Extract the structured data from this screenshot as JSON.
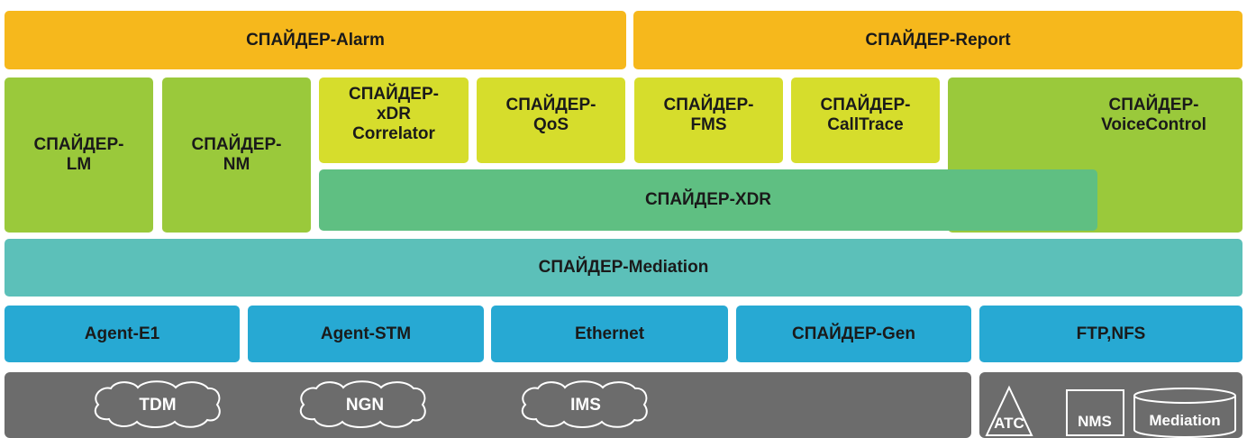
{
  "top_row": {
    "alarm": "СПАЙДЕР-Alarm",
    "report": "СПАЙДЕР-Report"
  },
  "modules": {
    "lm": "СПАЙДЕР-\nLM",
    "nm": "СПАЙДЕР-\nNM",
    "xdr_correlator": "СПАЙДЕР-\nxDR\nCorrelator",
    "qos": "СПАЙДЕР-\nQoS",
    "fms": "СПАЙДЕР-\nFMS",
    "calltrace": "СПАЙДЕР-\nCallTrace",
    "voicecontrol": "СПАЙДЕР-\nVoiceControl",
    "xdr": "СПАЙДЕР-XDR"
  },
  "mediation": "СПАЙДЕР-Mediation",
  "agents": [
    "Agent-E1",
    "Agent-STM",
    "Ethernet",
    "СПАЙДЕР-Gen",
    "FTP,NFS"
  ],
  "networks": [
    "TDM",
    "NGN",
    "IMS"
  ],
  "sources": {
    "atc": "ATC",
    "nms": "NMS",
    "mediation": "Mediation"
  },
  "colors": {
    "orange": "#f6b81c",
    "green": "#9ac93b",
    "lime": "#d6dd2c",
    "xdr": "#5fbf82",
    "teal": "#5cc0b9",
    "blue": "#27a9d3",
    "grey": "#6c6c6c"
  }
}
